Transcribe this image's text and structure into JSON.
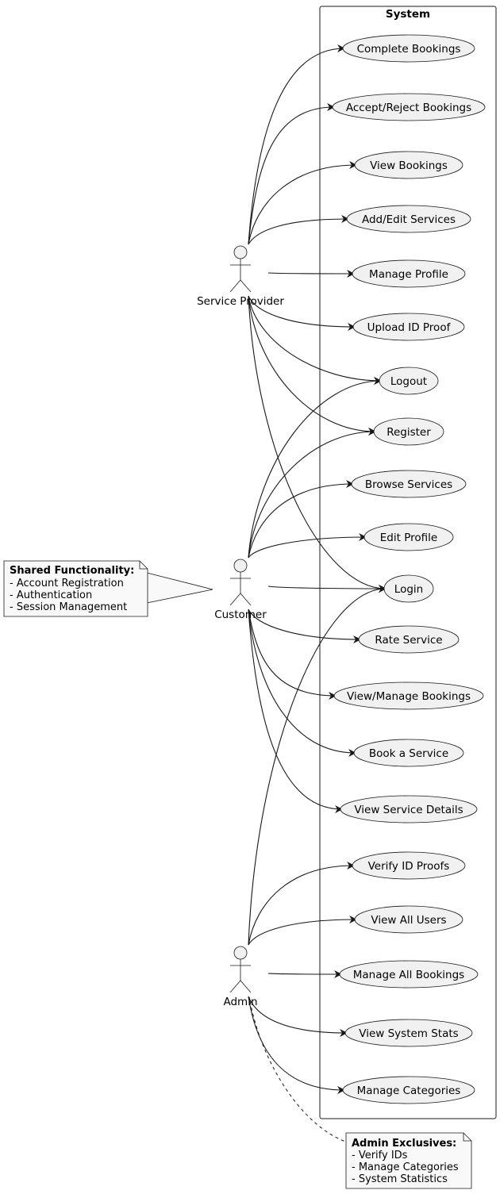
{
  "system": {
    "title": "System"
  },
  "actors": [
    {
      "id": "sp",
      "label": "Service Provider"
    },
    {
      "id": "cu",
      "label": "Customer"
    },
    {
      "id": "ad",
      "label": "Admin"
    }
  ],
  "use_cases": [
    {
      "id": "complete_bookings",
      "label": "Complete Bookings"
    },
    {
      "id": "accept_reject",
      "label": "Accept/Reject Bookings"
    },
    {
      "id": "view_bookings",
      "label": "View Bookings"
    },
    {
      "id": "add_edit_services",
      "label": "Add/Edit Services"
    },
    {
      "id": "manage_profile",
      "label": "Manage Profile"
    },
    {
      "id": "upload_id",
      "label": "Upload ID Proof"
    },
    {
      "id": "logout",
      "label": "Logout"
    },
    {
      "id": "register",
      "label": "Register"
    },
    {
      "id": "browse_services",
      "label": "Browse Services"
    },
    {
      "id": "edit_profile",
      "label": "Edit Profile"
    },
    {
      "id": "login",
      "label": "Login"
    },
    {
      "id": "rate_service",
      "label": "Rate Service"
    },
    {
      "id": "view_manage_bookings",
      "label": "View/Manage Bookings"
    },
    {
      "id": "book_service",
      "label": "Book a Service"
    },
    {
      "id": "view_service_details",
      "label": "View Service Details"
    },
    {
      "id": "verify_id",
      "label": "Verify ID Proofs"
    },
    {
      "id": "view_all_users",
      "label": "View All Users"
    },
    {
      "id": "manage_all_bookings",
      "label": "Manage All Bookings"
    },
    {
      "id": "view_stats",
      "label": "View System Stats"
    },
    {
      "id": "manage_categories",
      "label": "Manage Categories"
    }
  ],
  "associations": [
    {
      "from": "sp",
      "to": "complete_bookings"
    },
    {
      "from": "sp",
      "to": "accept_reject"
    },
    {
      "from": "sp",
      "to": "view_bookings"
    },
    {
      "from": "sp",
      "to": "add_edit_services"
    },
    {
      "from": "sp",
      "to": "manage_profile"
    },
    {
      "from": "sp",
      "to": "upload_id"
    },
    {
      "from": "sp",
      "to": "logout"
    },
    {
      "from": "sp",
      "to": "register"
    },
    {
      "from": "sp",
      "to": "login"
    },
    {
      "from": "cu",
      "to": "logout"
    },
    {
      "from": "cu",
      "to": "register"
    },
    {
      "from": "cu",
      "to": "browse_services"
    },
    {
      "from": "cu",
      "to": "edit_profile"
    },
    {
      "from": "cu",
      "to": "login"
    },
    {
      "from": "cu",
      "to": "rate_service"
    },
    {
      "from": "cu",
      "to": "view_manage_bookings"
    },
    {
      "from": "cu",
      "to": "book_service"
    },
    {
      "from": "cu",
      "to": "view_service_details"
    },
    {
      "from": "ad",
      "to": "login"
    },
    {
      "from": "ad",
      "to": "verify_id"
    },
    {
      "from": "ad",
      "to": "view_all_users"
    },
    {
      "from": "ad",
      "to": "manage_all_bookings"
    },
    {
      "from": "ad",
      "to": "view_stats"
    },
    {
      "from": "ad",
      "to": "manage_categories"
    }
  ],
  "notes": {
    "shared": {
      "title": "Shared Functionality:",
      "lines": [
        "- Account Registration",
        "- Authentication",
        "- Session Management"
      ]
    },
    "admin": {
      "title": "Admin Exclusives:",
      "lines": [
        "- Verify IDs",
        "- Manage Categories",
        "- System Statistics"
      ]
    }
  }
}
